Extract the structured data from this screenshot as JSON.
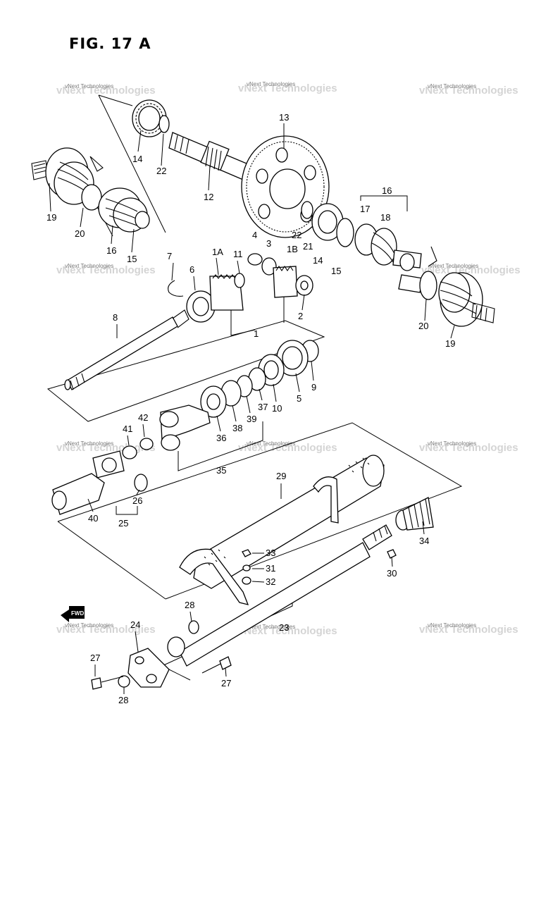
{
  "figure": {
    "title": "FIG. 17 A"
  },
  "watermark": {
    "text": "vNext Technologies",
    "back_text": "vNext Technologies"
  },
  "direction": {
    "label": "FWD"
  },
  "labels": {
    "p1": "1",
    "p1a": "1A",
    "p1b": "1B",
    "p2": "2",
    "p3": "3",
    "p4": "4",
    "p5": "5",
    "p6": "6",
    "p7": "7",
    "p8": "8",
    "p9": "9",
    "p10": "10",
    "p11": "11",
    "p12": "12",
    "p13": "13",
    "p14a": "14",
    "p14b": "14",
    "p15a": "15",
    "p15b": "15",
    "p16a": "16",
    "p16b": "16",
    "p17": "17",
    "p18": "18",
    "p19a": "19",
    "p19b": "19",
    "p20a": "20",
    "p20b": "20",
    "p21": "21",
    "p22a": "22",
    "p22b": "22",
    "p23": "23",
    "p24": "24",
    "p25": "25",
    "p26": "26",
    "p27a": "27",
    "p27b": "27",
    "p28a": "28",
    "p28b": "28",
    "p29": "29",
    "p30": "30",
    "p31": "31",
    "p32": "32",
    "p33": "33",
    "p34": "34",
    "p35": "35",
    "p36": "36",
    "p37": "37",
    "p38": "38",
    "p39": "39",
    "p40": "40",
    "p41": "41",
    "p42": "42"
  }
}
